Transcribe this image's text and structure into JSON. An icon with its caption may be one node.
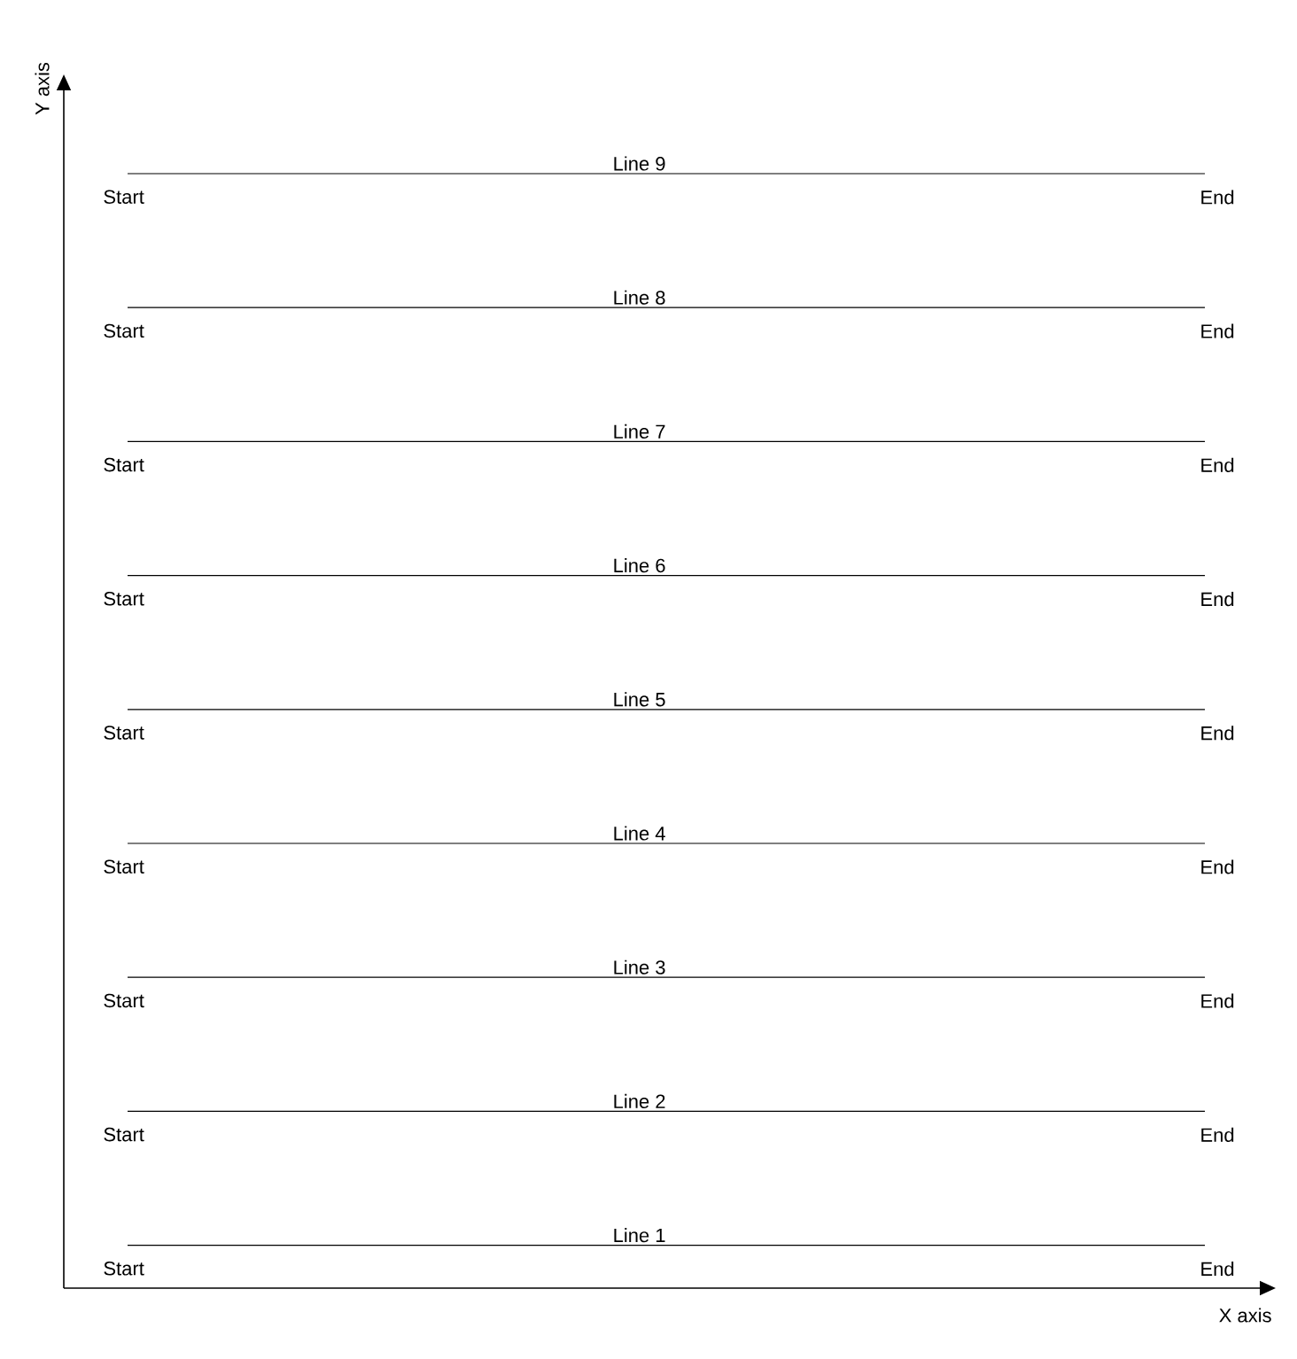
{
  "diagram": {
    "nodes": [
      {
        "text": [
          "Start"
        ]
      },
      {
        "text": [
          "End"
        ]
      },
      {
        "text": [
          "Start"
        ]
      },
      {
        "text": [
          "End"
        ]
      },
      {
        "text": [
          "Start"
        ]
      },
      {
        "text": [
          "End"
        ]
      },
      {
        "text": [
          "Start"
        ]
      },
      {
        "text": [
          "End"
        ]
      },
      {
        "text": [
          "Start"
        ]
      },
      {
        "text": [
          "End"
        ]
      },
      {
        "text": [
          "Start"
        ]
      },
      {
        "text": [
          "End"
        ]
      },
      {
        "text": [
          "Start"
        ]
      },
      {
        "text": [
          "End"
        ]
      },
      {
        "text": [
          "Start"
        ]
      },
      {
        "text": [
          "End"
        ]
      },
      {
        "text": [
          "Start"
        ]
      },
      {
        "text": [
          "End"
        ]
      }
    ],
    "edges": [
      {
        "from": 0,
        "to": 1,
        "arrow": "none",
        "label": "Line 9"
      },
      {
        "from": 2,
        "to": 3,
        "arrow": "none",
        "label": "Line 8"
      },
      {
        "from": 4,
        "to": 5,
        "arrow": "none",
        "label": "Line 7"
      },
      {
        "from": 6,
        "to": 7,
        "arrow": "none",
        "label": "Line 6"
      },
      {
        "from": 8,
        "to": 9,
        "arrow": "none",
        "label": "Line 5"
      },
      {
        "from": 10,
        "to": 11,
        "arrow": "none",
        "label": "Line 4"
      },
      {
        "from": 12,
        "to": 13,
        "arrow": "none",
        "label": "Line 3"
      },
      {
        "from": 14,
        "to": 15,
        "arrow": "none",
        "label": "Line 2"
      },
      {
        "from": 16,
        "to": 17,
        "arrow": "none",
        "label": "Line 1"
      }
    ],
    "labels": [
      "Y axis",
      "X axis"
    ]
  }
}
